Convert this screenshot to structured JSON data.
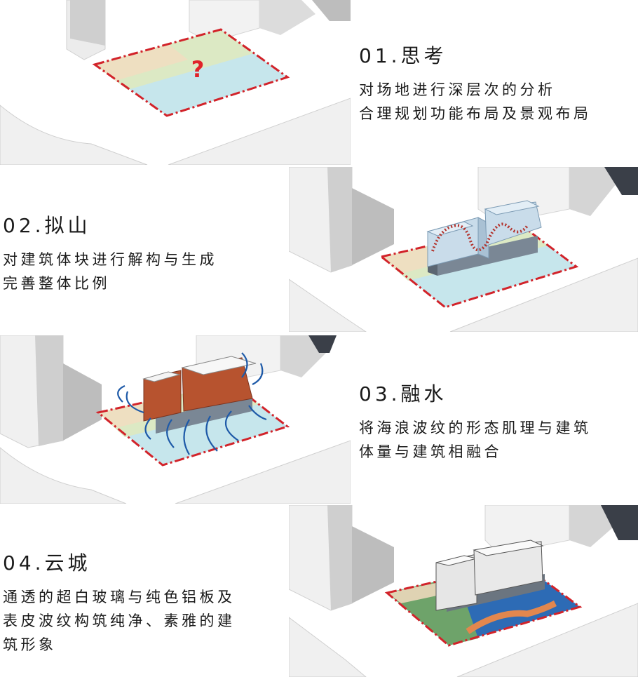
{
  "steps": [
    {
      "num": "01.",
      "title": "思考",
      "lines": [
        "对场地进行深层次的分析",
        "合理规划功能布局及景观布局"
      ]
    },
    {
      "num": "02.",
      "title": "拟山",
      "lines": [
        "对建筑体块进行解构与生成",
        "完善整体比例"
      ]
    },
    {
      "num": "03.",
      "title": "融水",
      "lines": [
        "将海浪波纹的形态肌理与建筑",
        "体量与建筑相融合"
      ]
    },
    {
      "num": "04.",
      "title": "云城",
      "lines": [
        "通透的超白玻璃与纯色铝板及",
        "表皮波纹构筑纯净、素雅的建",
        "筑形象"
      ]
    }
  ],
  "diagram1": {
    "mark": "?"
  },
  "colors": {
    "boundary": "#d2232a",
    "site_green": "#dce9c4",
    "site_orange": "#f3dcc0",
    "site_blue": "#c6e6ec",
    "wave_blue": "#1e5aa8",
    "brick": "#b7532f",
    "mass_blue": "#c9dcea"
  }
}
